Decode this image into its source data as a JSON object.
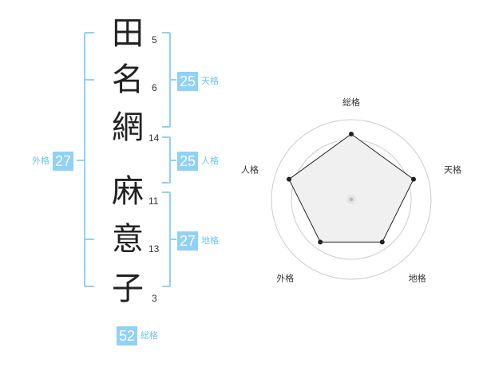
{
  "name_chars": [
    {
      "char": "田",
      "strokes": "5"
    },
    {
      "char": "名",
      "strokes": "6"
    },
    {
      "char": "網",
      "strokes": "14"
    },
    {
      "char": "麻",
      "strokes": "11"
    },
    {
      "char": "意",
      "strokes": "13"
    },
    {
      "char": "子",
      "strokes": "3"
    }
  ],
  "fortunes": {
    "tenkaku": {
      "value": "25",
      "label": "天格"
    },
    "jinkaku": {
      "value": "25",
      "label": "人格"
    },
    "chikaku": {
      "value": "27",
      "label": "地格"
    },
    "gaikaku": {
      "value": "27",
      "label": "外格"
    },
    "soukaku": {
      "value": "52",
      "label": "総格"
    }
  },
  "chart_data": {
    "type": "radar",
    "axes": [
      "総格",
      "天格",
      "地格",
      "外格",
      "人格"
    ],
    "values": [
      0.82,
      0.82,
      0.66,
      0.66,
      0.82
    ],
    "rings": 4,
    "colors": {
      "ring": "#cccccc",
      "fill": "#f0f0f0",
      "line": "#222222",
      "dot": "#222222",
      "center": "#bbbbbb"
    }
  },
  "colors": {
    "bracket": "#8fd1f7",
    "badge": "#8fd1f7",
    "label": "#6ec4f2"
  }
}
